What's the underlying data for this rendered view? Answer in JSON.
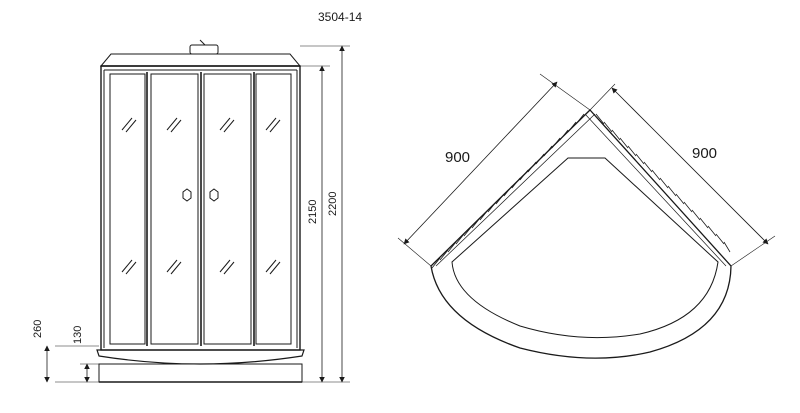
{
  "model_code": "3504-14",
  "dimensions": {
    "front_view": {
      "tray_height": "260",
      "step_height": "130",
      "body_height": "2150",
      "total_height": "2200"
    },
    "plan_view": {
      "side_left": "900",
      "side_right": "900"
    }
  },
  "colors": {
    "line": "#1a1a1a",
    "background": "#ffffff"
  }
}
